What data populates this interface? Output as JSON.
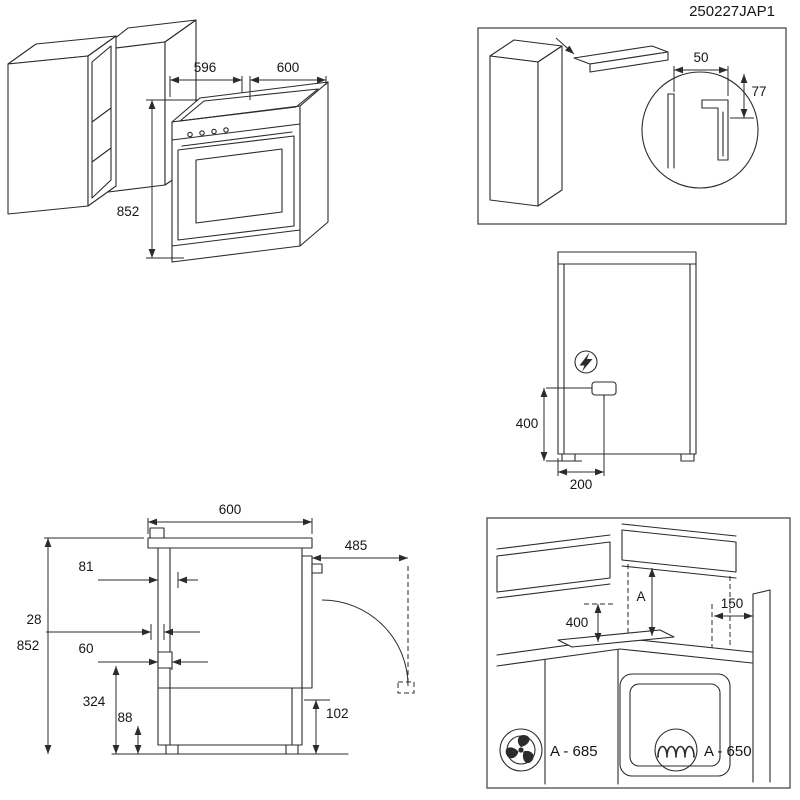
{
  "header": {
    "doc_code": "250227JAP1"
  },
  "isometric_view": {
    "dim_niche_width": "596",
    "dim_appliance_width": "600",
    "dim_height": "852"
  },
  "bracket_detail": {
    "dim_width": "50",
    "dim_height": "77"
  },
  "rear_view": {
    "electrical_icon": "lightning-bolt-icon",
    "dim_connection_height": "400",
    "dim_connection_offset": "200"
  },
  "side_view": {
    "dim_width": "600",
    "dim_door_open_depth": "485",
    "dim_rear_top_offset": "81",
    "dim_rear_gap": "28",
    "dim_rear_mid_offset": "60",
    "dim_total_height": "852",
    "dim_connection_height": "324",
    "dim_bottom_left": "88",
    "dim_bottom_right": "102"
  },
  "clearance_view": {
    "dim_cabinet_clearance": "400",
    "dim_hood_clearance": "A",
    "dim_side_clearance": "150",
    "legend": [
      {
        "icon": "fan-icon",
        "label": "A - 685"
      },
      {
        "icon": "induction-coil-icon",
        "label": "A - 650"
      }
    ]
  },
  "colors": {
    "line": "#2b2b2b",
    "panel_border": "#4a4a4a",
    "background": "#ffffff"
  }
}
